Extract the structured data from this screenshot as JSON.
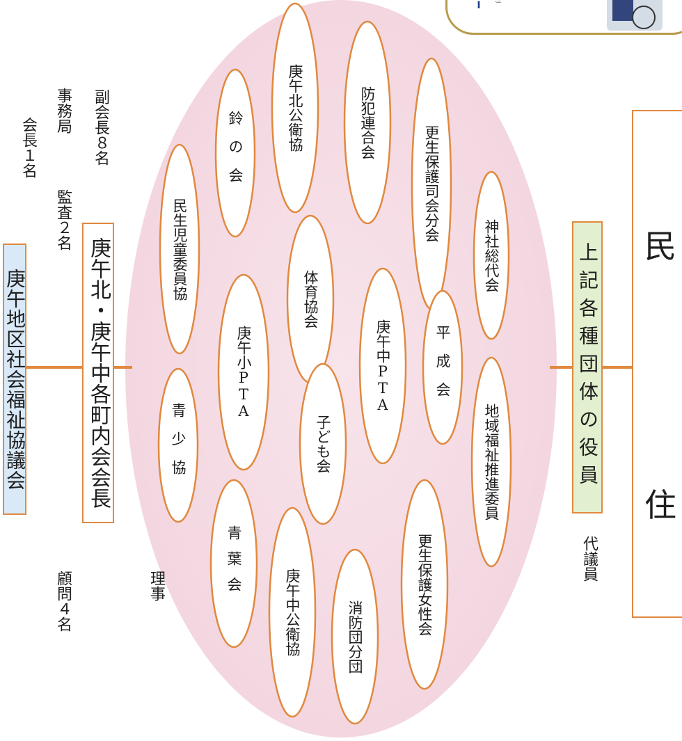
{
  "council": {
    "title": "庚午地区社会福祉協議会",
    "president": "会長１名",
    "auditors": "監査２名",
    "secretariat": "事務局",
    "vice_presidents": "副会長８名",
    "advisors": "顧問４名",
    "president_source": "庚午北・庚午中各町内会会長",
    "directors_label": "理事",
    "delegates_label": "代議員",
    "delegates_source": "上記各種団体の役員",
    "residents_char_1": "住",
    "residents_char_2": "民"
  },
  "groups": [
    "民生児童委員協",
    "鈴の会",
    "庚午北公衛協",
    "防犯連合会",
    "更生保護司会分会",
    "神社総代会",
    "庚午小PTA",
    "体育協会",
    "庚午中PTA",
    "平成会",
    "青少協",
    "子ども会",
    "地域福祉推進委員",
    "青葉会",
    "庚午中公衛協",
    "消防団分団",
    "更生保護女性会"
  ],
  "colors": {
    "connector": "#e0893f",
    "ellipse_border": "#e0893f",
    "cloud_bg": "#f6dde6",
    "title_bg": "#d9e9f8",
    "delegates_bg": "#e3f0cf"
  }
}
